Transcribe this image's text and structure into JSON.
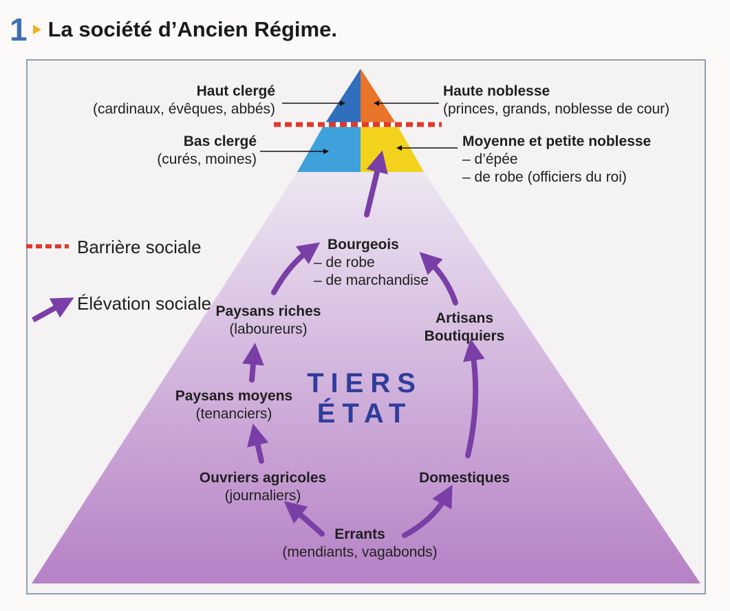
{
  "header": {
    "figure_number": "1",
    "title": "La société d’Ancien Régime."
  },
  "legend": {
    "barrier_label": "Barrière sociale",
    "elevation_label": "Élévation sociale"
  },
  "top": {
    "haut_clerge": {
      "title": "Haut clergé",
      "detail": "(cardinaux, évêques, abbés)"
    },
    "haute_noblesse": {
      "title": "Haute noblesse",
      "detail": "(princes, grands, noblesse de cour)"
    },
    "bas_clerge": {
      "title": "Bas clergé",
      "detail": "(curés, moines)"
    },
    "moyenne_noblesse": {
      "title": "Moyenne et petite noblesse",
      "line1": "– d’épée",
      "line2": "– de robe (officiers du roi)"
    }
  },
  "tiers_etat": {
    "line1": "TIERS",
    "line2": "ÉTAT"
  },
  "groups": {
    "bourgeois": {
      "title": "Bourgeois",
      "line1": "– de robe",
      "line2": "– de marchandise"
    },
    "paysans_riches": {
      "title": "Paysans riches",
      "detail": "(laboureurs)"
    },
    "artisans": {
      "line1": "Artisans",
      "line2": "Boutiquiers"
    },
    "paysans_moyens": {
      "title": "Paysans moyens",
      "detail": "(tenanciers)"
    },
    "ouvriers": {
      "title": "Ouvriers agricoles",
      "detail": "(journaliers)"
    },
    "domestiques": {
      "title": "Domestiques"
    },
    "errants": {
      "title": "Errants",
      "detail": "(mendiants, vagabonds)"
    }
  },
  "colors": {
    "haut_clerge": "#2f6fbd",
    "haute_noblesse": "#e8742a",
    "bas_clerge": "#3fa1dc",
    "moyenne_noblesse": "#f2d21c",
    "arrow": "#7a3fa6",
    "barrier_red": "#e03a2a",
    "tiers_text": "#2f3d9c"
  }
}
